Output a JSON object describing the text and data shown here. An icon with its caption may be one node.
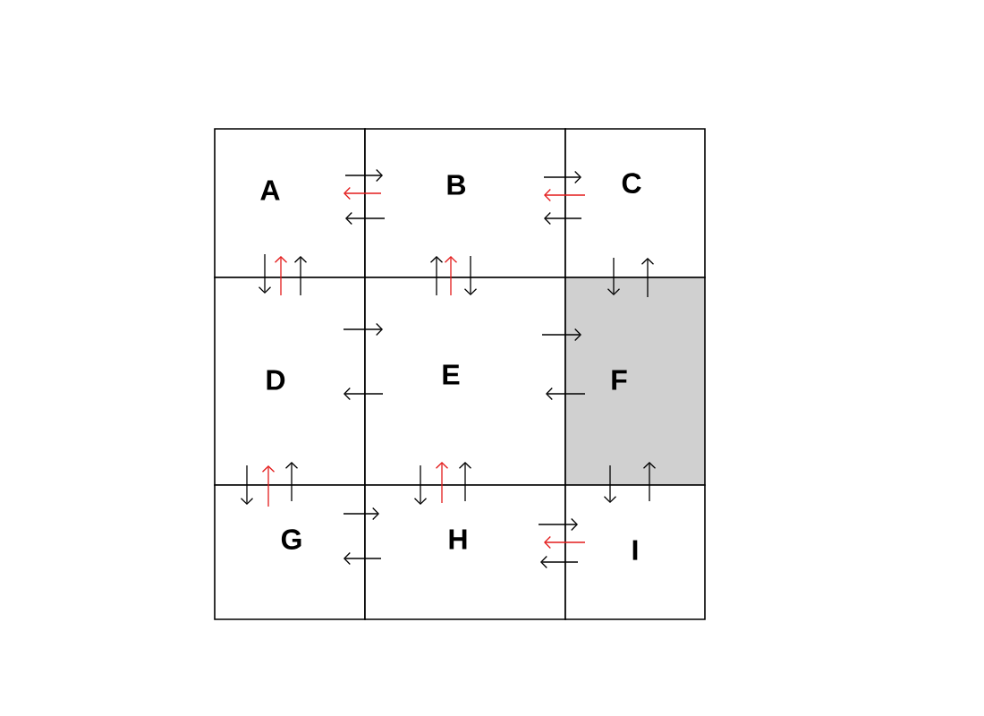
{
  "diagram": {
    "nodes": [
      {
        "text": [
          "A"
        ]
      },
      {
        "text": [
          "B"
        ]
      },
      {
        "text": [
          "C"
        ]
      },
      {
        "text": [
          "D"
        ]
      },
      {
        "text": [
          "E"
        ]
      },
      {
        "text": [
          "F"
        ]
      },
      {
        "text": [
          "G"
        ]
      },
      {
        "text": [
          "H"
        ]
      },
      {
        "text": [
          "I"
        ]
      }
    ],
    "edges": [
      {
        "from": 0,
        "to": 1,
        "arrow": "to"
      },
      {
        "from": 1,
        "to": 0,
        "arrow": "to",
        "color": "#e31b1b"
      },
      {
        "from": 1,
        "to": 0,
        "arrow": "to"
      },
      {
        "from": 1,
        "to": 2,
        "arrow": "to"
      },
      {
        "from": 2,
        "to": 1,
        "arrow": "to",
        "color": "#e31b1b"
      },
      {
        "from": 2,
        "to": 1,
        "arrow": "to"
      },
      {
        "from": 0,
        "to": 3,
        "arrow": "to"
      },
      {
        "from": 3,
        "to": 0,
        "arrow": "to",
        "color": "#e31b1b"
      },
      {
        "from": 3,
        "to": 0,
        "arrow": "to"
      },
      {
        "from": 4,
        "to": 1,
        "arrow": "to"
      },
      {
        "from": 4,
        "to": 1,
        "arrow": "to",
        "color": "#e31b1b"
      },
      {
        "from": 1,
        "to": 4,
        "arrow": "to"
      },
      {
        "from": 2,
        "to": 5,
        "arrow": "to"
      },
      {
        "from": 5,
        "to": 2,
        "arrow": "to"
      },
      {
        "from": 3,
        "to": 4,
        "arrow": "to"
      },
      {
        "from": 4,
        "to": 3,
        "arrow": "to"
      },
      {
        "from": 4,
        "to": 5,
        "arrow": "to"
      },
      {
        "from": 5,
        "to": 4,
        "arrow": "to"
      },
      {
        "from": 3,
        "to": 6,
        "arrow": "to"
      },
      {
        "from": 6,
        "to": 3,
        "arrow": "to",
        "color": "#e31b1b"
      },
      {
        "from": 6,
        "to": 3,
        "arrow": "to"
      },
      {
        "from": 4,
        "to": 7,
        "arrow": "to"
      },
      {
        "from": 7,
        "to": 4,
        "arrow": "to",
        "color": "#e31b1b"
      },
      {
        "from": 7,
        "to": 4,
        "arrow": "to"
      },
      {
        "from": 5,
        "to": 8,
        "arrow": "to"
      },
      {
        "from": 8,
        "to": 5,
        "arrow": "to"
      },
      {
        "from": 6,
        "to": 7,
        "arrow": "to"
      },
      {
        "from": 7,
        "to": 6,
        "arrow": "to"
      },
      {
        "from": 7,
        "to": 8,
        "arrow": "to"
      },
      {
        "from": 8,
        "to": 7,
        "arrow": "to",
        "color": "#e31b1b"
      },
      {
        "from": 8,
        "to": 7,
        "arrow": "to"
      }
    ]
  }
}
